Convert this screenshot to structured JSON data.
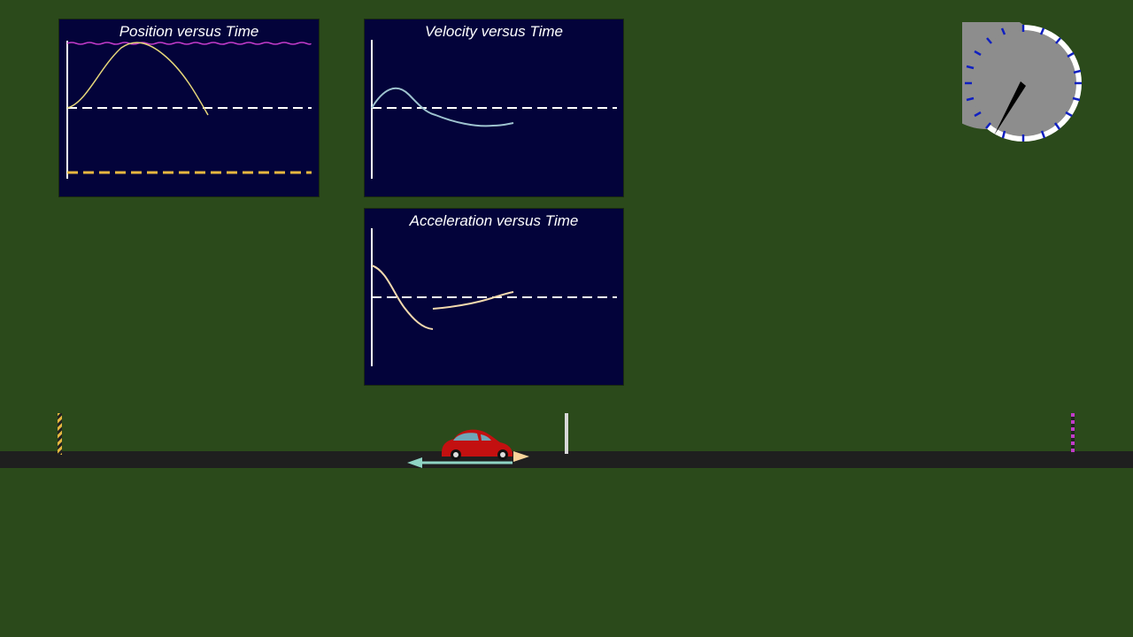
{
  "colors": {
    "background": "#2b4a1b",
    "panel": "#03033a",
    "road": "#1f1f1f",
    "position_curve": "#e6d77a",
    "velocity_curve": "#9ec3cf",
    "acceleration_curve": "#f2d9ae",
    "upper_limit": "#c23bc9",
    "lower_limit": "#e8b840",
    "car": "#c31010",
    "velocity_arrow": "#8fd4c4",
    "acceleration_arrow": "#f8d49a",
    "dial_face": "#8d8d8d",
    "dial_ticks": "#1020c0"
  },
  "graphs": {
    "position": {
      "title": "Position versus Time"
    },
    "velocity": {
      "title": "Velocity versus Time"
    },
    "acceleration": {
      "title": "Acceleration versus Time"
    }
  },
  "chart_data": [
    {
      "type": "line",
      "title": "Position versus Time",
      "xlabel": "",
      "ylabel": "",
      "reference_lines": [
        "upper limit (magenta wavy)",
        "zero (white dashed)",
        "lower limit (yellow striped)"
      ],
      "x": [
        0,
        0.1,
        0.2,
        0.26,
        0.35,
        0.45,
        0.56
      ],
      "values": [
        0,
        0.5,
        0.95,
        1.0,
        0.85,
        0.45,
        -0.08
      ]
    },
    {
      "type": "line",
      "title": "Velocity versus Time",
      "xlabel": "",
      "ylabel": "",
      "x": [
        0,
        0.13,
        0.25,
        0.4,
        0.58
      ],
      "values": [
        0,
        0.3,
        0,
        -0.2,
        -0.23
      ]
    },
    {
      "type": "line",
      "title": "Acceleration versus Time",
      "xlabel": "",
      "ylabel": "",
      "x": [
        0,
        0.12,
        0.25,
        0.25,
        0.5,
        0.58
      ],
      "values": [
        0.45,
        0,
        -0.46,
        -0.17,
        0.05,
        0.13
      ]
    }
  ],
  "scene": {
    "dial_label": "timer dial",
    "car_label": "red car",
    "markers": [
      "left-limit-post",
      "origin-post",
      "right-limit-post"
    ]
  }
}
